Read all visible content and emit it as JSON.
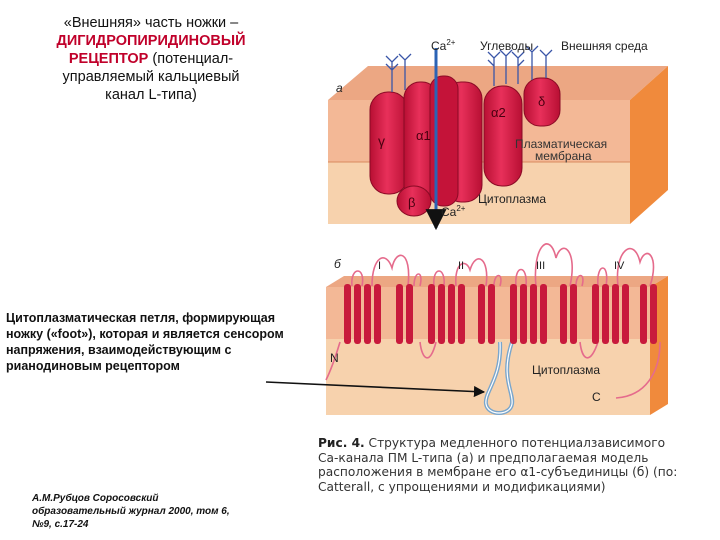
{
  "title": {
    "line1": "«Внешняя» часть ножки –",
    "line2": "ДИГИДРОПИРИДИНОВЫЙ",
    "line3_red": "РЕЦЕПТОР",
    "line3_rest": " (потенциал-",
    "line4": "управляемый кальциевый",
    "line5": "канал L-типа)"
  },
  "loop_annotation": "Цитоплазматическая петля, формирующая ножку («foot»), которая и является сенсором напряжения, взаимодействующим с рианодиновым рецептором",
  "credit": "А.М.Рубцов Соросовский образовательный журнал 2000, том 6, №9, с.17-24",
  "caption": {
    "label": "Рис. 4.",
    "text": " Структура медленного потенциалзависимого Са-канала ПМ L-типа (а) и предполагаемая модель расположения в мембране его α1-субъединицы (б) (по: Catterall, с упрощениями и модификациями)"
  },
  "panel_a": {
    "letter": "а",
    "ca_top": "Ca",
    "ca_top_sup": "2+",
    "carbohydrates": "Углеводы",
    "outer_env": "Внешняя среда",
    "membrane": "Плазматическая мембрана",
    "cytoplasm": "Цитоплазма",
    "ca_bottom": "Ca",
    "ca_bottom_sup": "2+",
    "subunits": [
      "γ",
      "α1",
      "α2",
      "δ",
      "β"
    ]
  },
  "panel_b": {
    "letter": "б",
    "domains": [
      "I",
      "II",
      "III",
      "IV"
    ],
    "n_term": "N",
    "c_term": "C",
    "cytoplasm": "Цитоплазма"
  },
  "colors": {
    "protein": "#d8163f",
    "membrane_top": "#e9a07f",
    "membrane_front": "#f6c9a6",
    "membrane_side": "#f08a3c",
    "cytoplasm_bg": "#f7d9b6",
    "loop": "#e56b8c",
    "foot_loop": "#7aa6cc",
    "title_red": "#c0002a"
  }
}
